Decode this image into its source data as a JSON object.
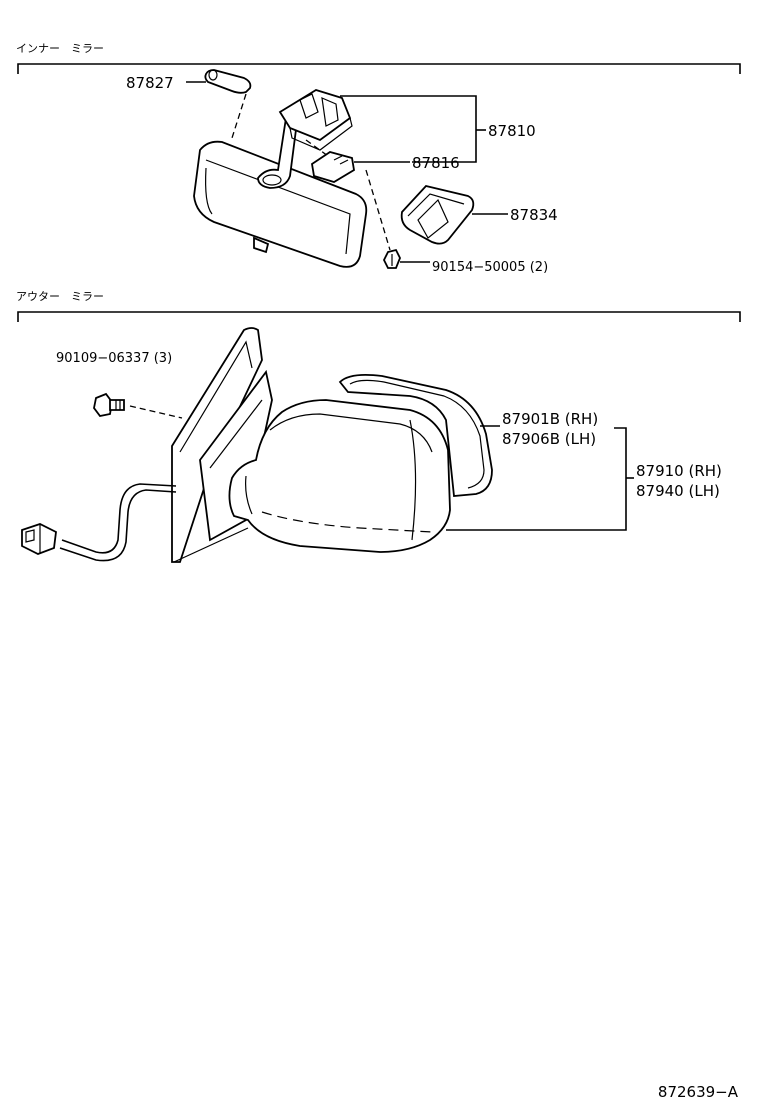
{
  "sections": {
    "inner_mirror": "インナー　ミラー",
    "outer_mirror": "アウター　ミラー"
  },
  "parts": {
    "p87827": "87827",
    "p87810": "87810",
    "p87816": "87816",
    "p87834": "87834",
    "p90154": "90154−50005 (2)",
    "p90109": "90109−06337 (3)",
    "p87901b": "87901B (RH)",
    "p87906b": "87906B (LH)",
    "p87910": "87910 (RH)",
    "p87940": "87940 (LH)"
  },
  "diagram_id": "872639−A"
}
